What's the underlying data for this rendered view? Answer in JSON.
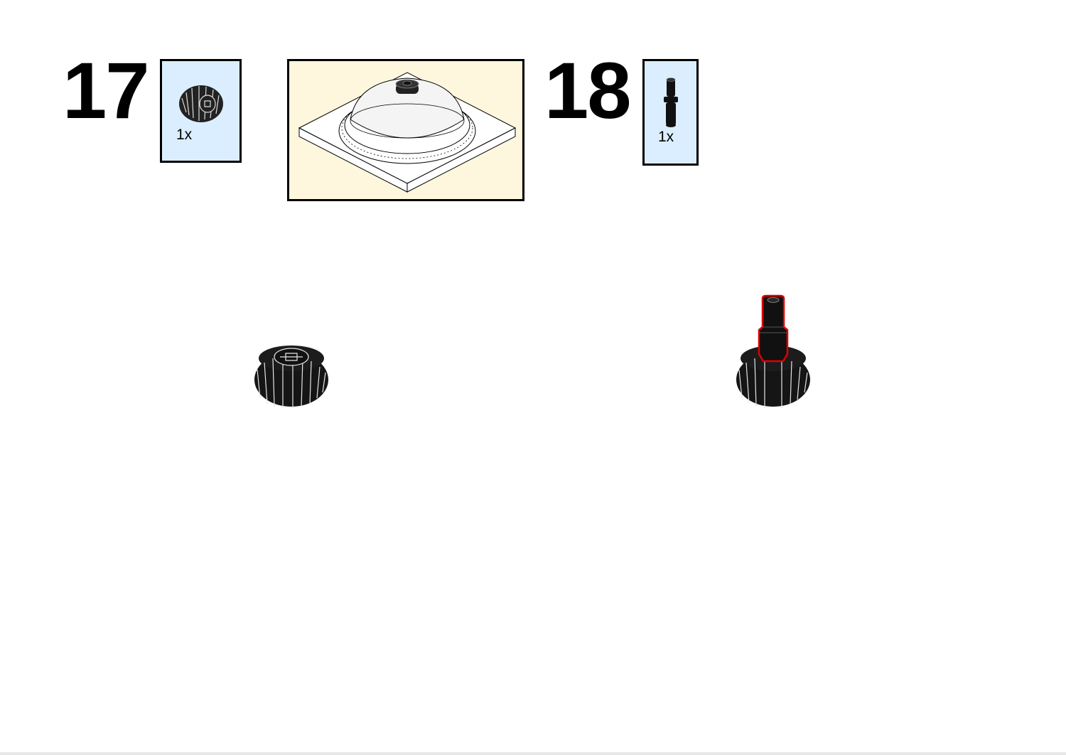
{
  "steps": [
    {
      "number": "17",
      "parts": [
        {
          "name": "gear-icon",
          "quantity": "1x"
        }
      ]
    },
    {
      "number": "18",
      "parts": [
        {
          "name": "axle-pin-icon",
          "quantity": "1x"
        }
      ]
    }
  ],
  "colors": {
    "parts_list_bg": "#dbeeff",
    "submodel_bg": "#fff6de",
    "part_black": "#111111",
    "highlight": "#e00000"
  }
}
